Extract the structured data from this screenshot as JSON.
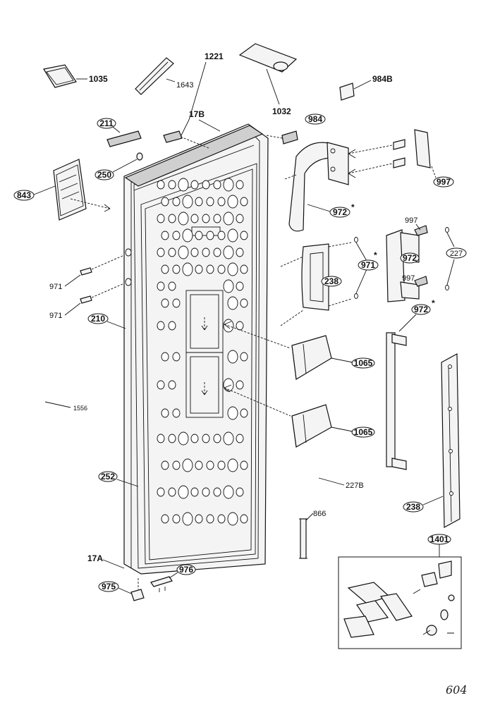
{
  "labels": {
    "p1035": "1035",
    "p1643": "1643",
    "p1221": "1221",
    "p1032": "1032",
    "p984B": "984B",
    "p17B": "17B",
    "p211": "211",
    "p984": "984",
    "p250": "250",
    "p843": "843",
    "p997a": "997",
    "p972a": "972",
    "p972a_star": "*",
    "p997b": "997",
    "p227": "227",
    "p971c": "971",
    "p971c_star": "*",
    "p972b": "972",
    "p238a": "238",
    "p997c": "997",
    "p972c": "972",
    "p972c_star": "*",
    "p971a": "971",
    "p971b": "971",
    "p210": "210",
    "p1065a": "1065",
    "p1065b": "1065",
    "p1556": "1556",
    "p252": "252",
    "p227B": "227B",
    "p238b": "238",
    "p866": "866",
    "p1401": "1401",
    "p17A": "17A",
    "p976": "976",
    "p975": "975"
  },
  "page_number": "604"
}
